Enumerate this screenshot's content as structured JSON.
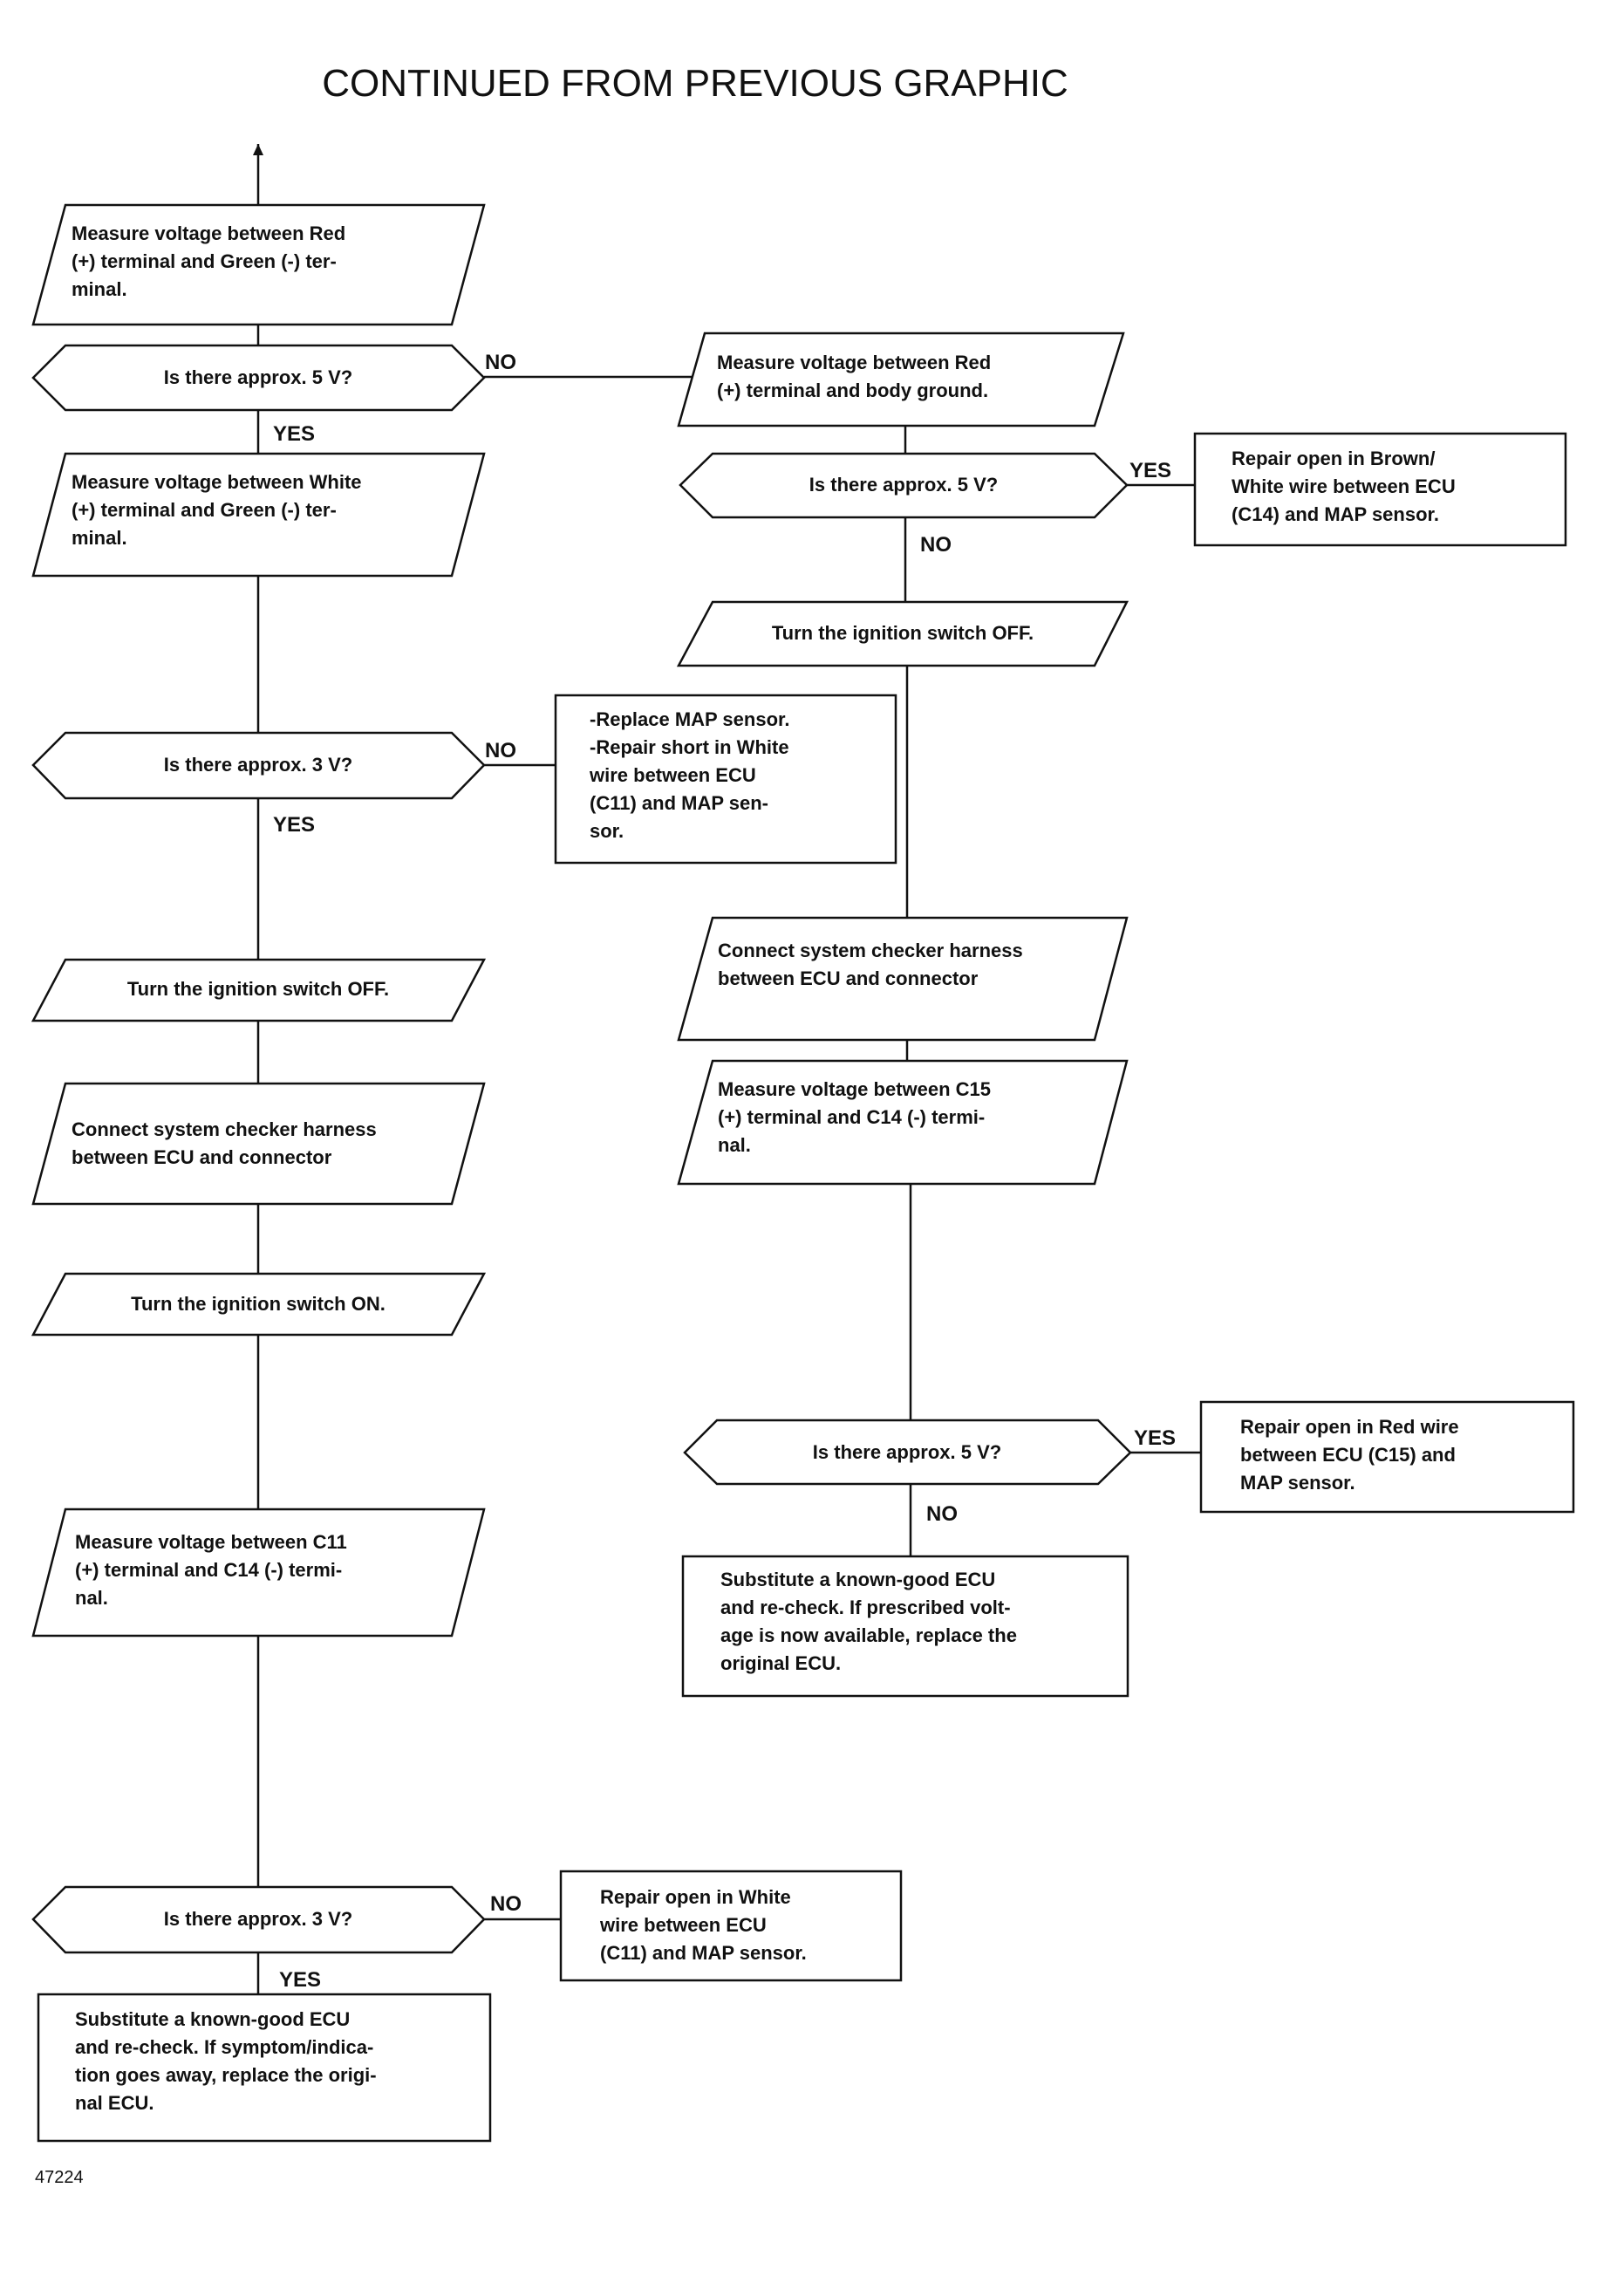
{
  "title": "CONTINUED FROM PREVIOUS GRAPHIC",
  "figure_number": "47224",
  "nodes": {
    "l1": [
      "Measure voltage between Red",
      "(+) terminal and Green (-) ter-",
      "minal."
    ],
    "d1": [
      "Is there approx. 5 V?"
    ],
    "l2": [
      "Measure voltage between White",
      "(+) terminal and Green (-) ter-",
      "minal."
    ],
    "d2": [
      "Is there approx. 3 V?"
    ],
    "b1": [
      "-Replace MAP sensor.",
      "-Repair short in White",
      "wire between ECU",
      "(C11) and MAP sen-",
      "sor."
    ],
    "l3": [
      "Turn the ignition switch OFF."
    ],
    "l4": [
      "Connect system checker harness",
      "between ECU and connector"
    ],
    "l5": [
      "Turn the ignition switch ON."
    ],
    "l6": [
      "Measure voltage between C11",
      "(+) terminal and C14 (-) termi-",
      "nal."
    ],
    "d3": [
      "Is there approx. 3 V?"
    ],
    "b2": [
      "Repair open in White",
      "wire between ECU",
      "(C11) and MAP sensor."
    ],
    "b3": [
      "Substitute a known-good ECU",
      "and re-check. If symptom/indica-",
      "tion goes away, replace the origi-",
      "nal ECU."
    ],
    "r1": [
      "Measure voltage between Red",
      "(+) terminal and body ground."
    ],
    "rd1": [
      "Is there approx. 5 V?"
    ],
    "rb1": [
      "Repair open in Brown/",
      "White wire between ECU",
      "(C14) and MAP sensor."
    ],
    "r2": [
      "Turn the ignition switch OFF."
    ],
    "r3": [
      "Connect system checker harness",
      "between ECU and connector"
    ],
    "r4": [
      "Measure voltage between C15",
      "(+) terminal and C14 (-) termi-",
      "nal."
    ],
    "rd2": [
      "Is there approx. 5 V?"
    ],
    "rb2": [
      "Repair open in Red wire",
      "between ECU (C15) and",
      "MAP sensor."
    ],
    "rb3": [
      "Substitute a known-good ECU",
      "and re-check. If prescribed volt-",
      "age is now available, replace the",
      "original ECU."
    ]
  },
  "edges": [
    {
      "from": "d1",
      "to": "l2",
      "label": "YES"
    },
    {
      "from": "d1",
      "to": "r1",
      "label": "NO"
    },
    {
      "from": "d2",
      "to": "b1",
      "label": "NO"
    },
    {
      "from": "d2",
      "to": "l3",
      "label": "YES"
    },
    {
      "from": "d3",
      "to": "b2",
      "label": "NO"
    },
    {
      "from": "d3",
      "to": "b3",
      "label": "YES"
    },
    {
      "from": "rd1",
      "to": "rb1",
      "label": "YES"
    },
    {
      "from": "rd1",
      "to": "r2",
      "label": "NO"
    },
    {
      "from": "rd2",
      "to": "rb2",
      "label": "YES"
    },
    {
      "from": "rd2",
      "to": "rb3",
      "label": "NO"
    }
  ]
}
